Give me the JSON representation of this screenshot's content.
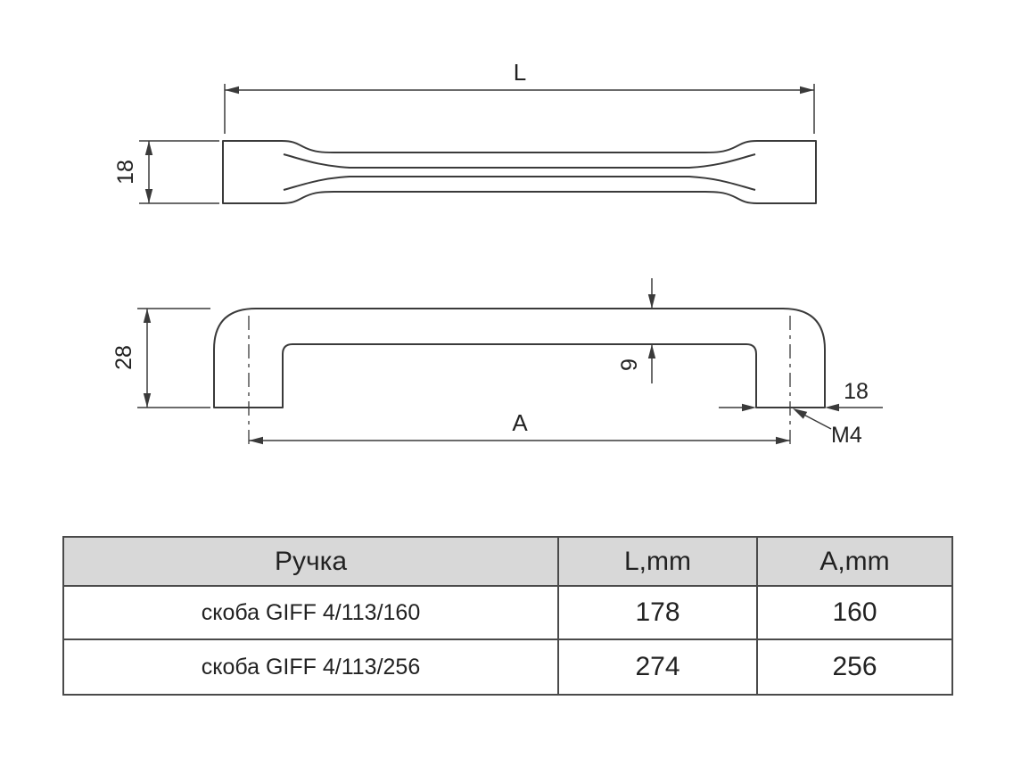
{
  "drawing": {
    "dims": {
      "overall_length": "L",
      "end_height": "18",
      "height": "28",
      "bar_thickness": "9",
      "hole_spacing": "A",
      "foot_width": "18",
      "thread": "M4"
    }
  },
  "table": {
    "headers": [
      "Ручка",
      "L,mm",
      "A,mm"
    ],
    "rows": [
      {
        "name": "скоба GIFF 4/113/160",
        "l_mm": "178",
        "a_mm": "160"
      },
      {
        "name": "скоба GIFF 4/113/256",
        "l_mm": "274",
        "a_mm": "256"
      }
    ]
  },
  "colors": {
    "line": "#3a3a3a",
    "header_bg": "#d8d8d8",
    "table_border": "#4a4a4a"
  }
}
